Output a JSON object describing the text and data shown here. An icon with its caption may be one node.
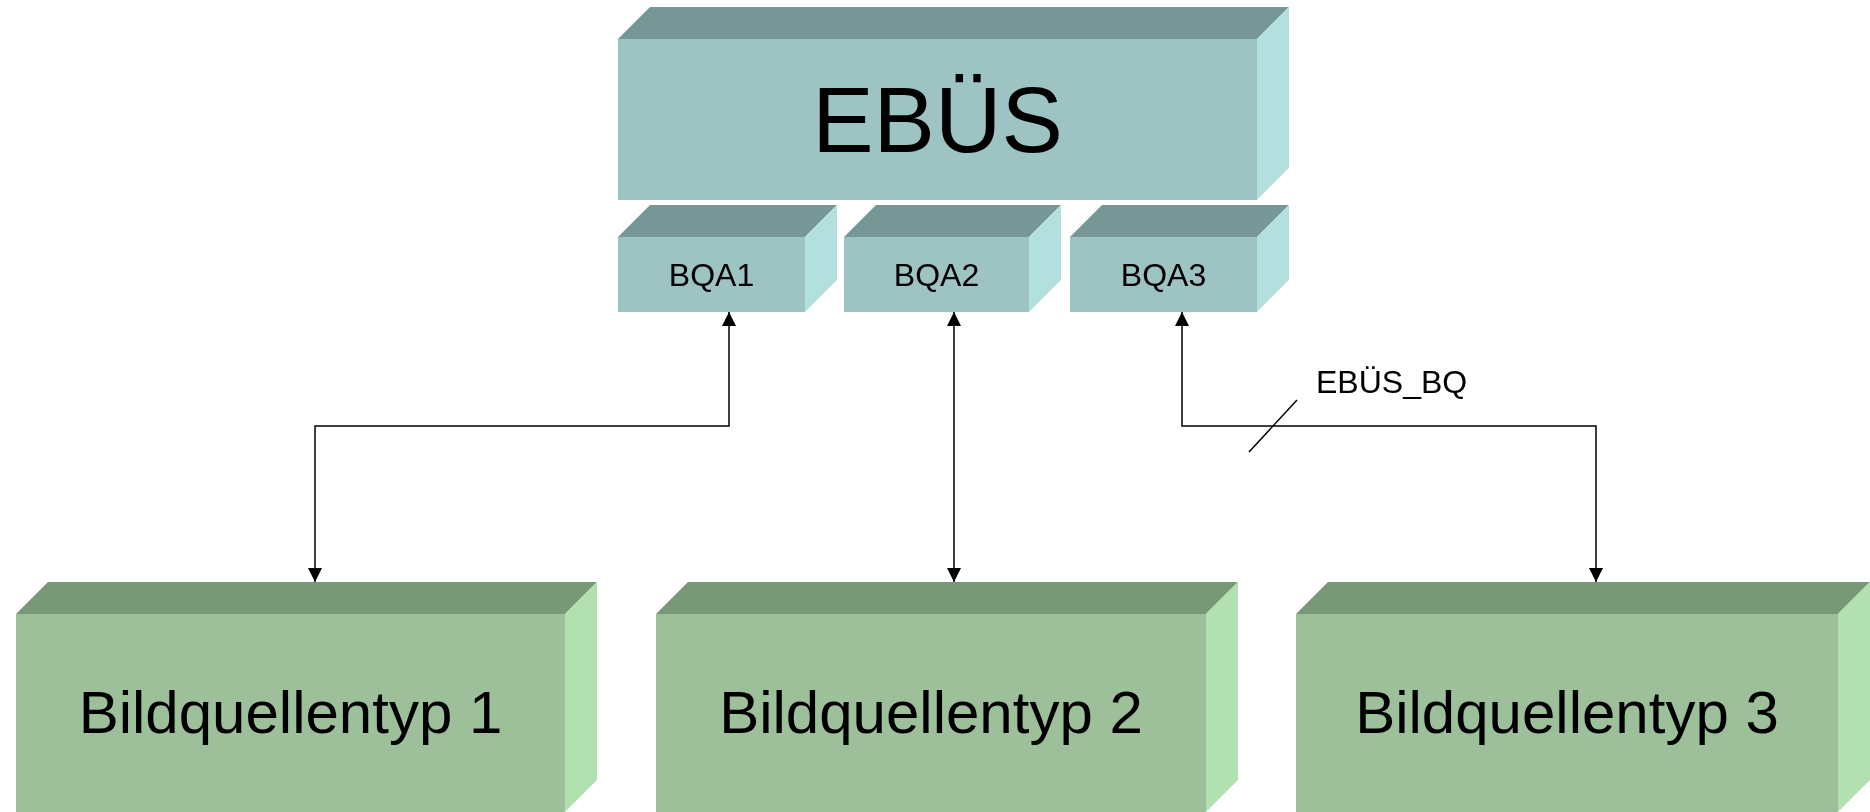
{
  "diagram": {
    "nodes": [
      {
        "text": [
          "EBÜS"
        ]
      },
      {
        "text": [
          "BQA1"
        ]
      },
      {
        "text": [
          "BQA2"
        ]
      },
      {
        "text": [
          "BQA3"
        ]
      },
      {
        "text": [
          "Bildquellentyp 1"
        ]
      },
      {
        "text": [
          "Bildquellentyp 2"
        ]
      },
      {
        "text": [
          "Bildquellentyp 3"
        ]
      }
    ],
    "edges": [
      {
        "from": 1,
        "to": 4,
        "arrow": "both"
      },
      {
        "from": 2,
        "to": 5,
        "arrow": "both"
      },
      {
        "from": 3,
        "to": 6,
        "arrow": "both",
        "label": "EBÜS_BQ"
      }
    ]
  }
}
